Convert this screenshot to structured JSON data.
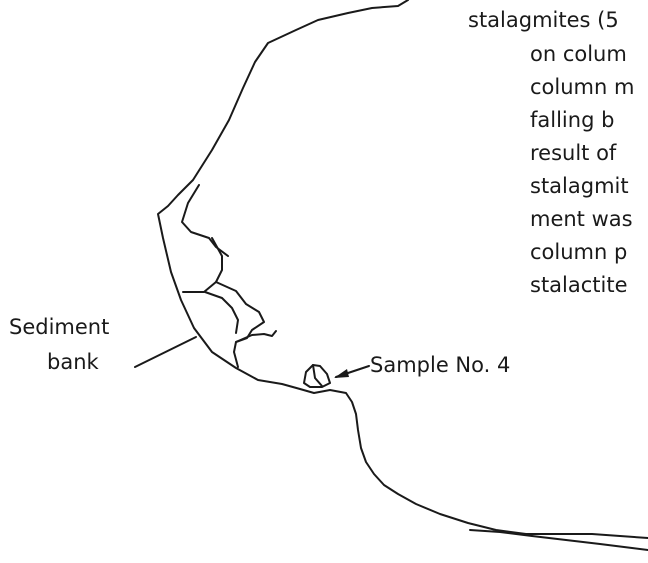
{
  "labels": {
    "sediment_bank_line1": "Sediment",
    "sediment_bank_line2": "bank",
    "sample": "Sample No. 4"
  },
  "note_lines": [
    "stalagmites (5",
    "on colum",
    "column m",
    "falling b",
    "result of",
    "stalagmit",
    "ment was",
    "column p",
    "stalactite"
  ]
}
